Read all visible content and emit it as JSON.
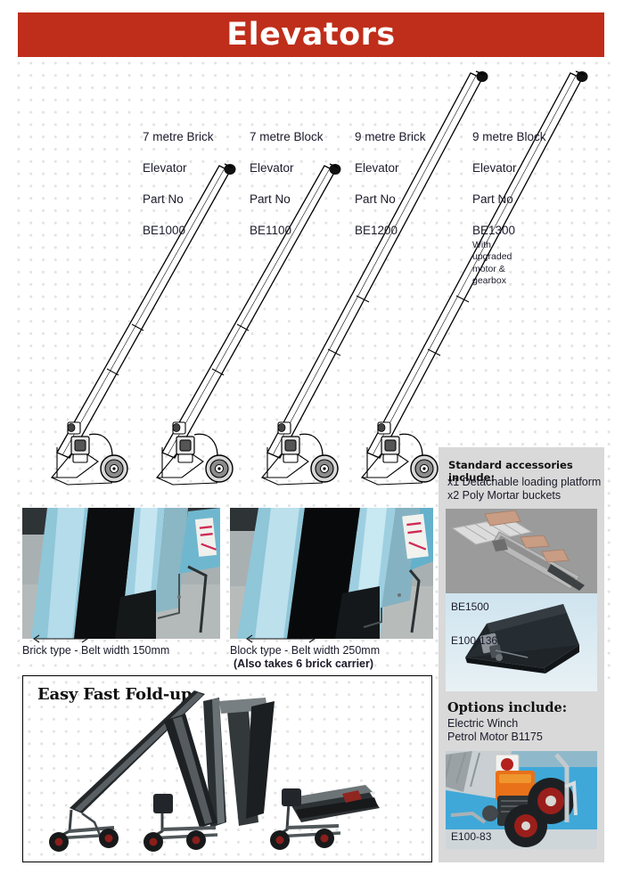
{
  "header": {
    "title": "Elevators",
    "bg_color": "#bf2e1a",
    "text_color": "#ffffff"
  },
  "products": [
    {
      "name": "7 metre Brick",
      "line2": "Elevator",
      "line3": "Part No",
      "part_no": "BE1000",
      "note": ""
    },
    {
      "name": "7 metre Block",
      "line2": "Elevator",
      "line3": "Part No",
      "part_no": "BE1100",
      "note": ""
    },
    {
      "name": "9 metre Brick",
      "line2": "Elevator",
      "line3": "Part No",
      "part_no": "BE1200",
      "note": ""
    },
    {
      "name": "9 metre Block",
      "line2": "Elevator",
      "line3": "Part No",
      "part_no": "BE1300",
      "note": "With\nupgraded\nmotor &\ngearbox"
    }
  ],
  "belt_photos": [
    {
      "caption": "Brick type - Belt width 150mm",
      "caption2": ""
    },
    {
      "caption": "Block type - Belt width 250mm",
      "caption2": "(Also takes 6 brick carrier)"
    }
  ],
  "foldup": {
    "title": "Easy Fast Fold-up"
  },
  "sidebar": {
    "accessories_heading": "Standard accessories include:",
    "accessories_line1": "x1 Detachable loading platform",
    "accessories_line2": "x2 Poly Mortar buckets",
    "platform_label": "E100-136",
    "bucket_label": "BE1500",
    "options_heading": "Options include:",
    "options_line1": "Electric Winch",
    "options_line2": "Petrol Motor B1175",
    "motor_label": "E100-83"
  }
}
